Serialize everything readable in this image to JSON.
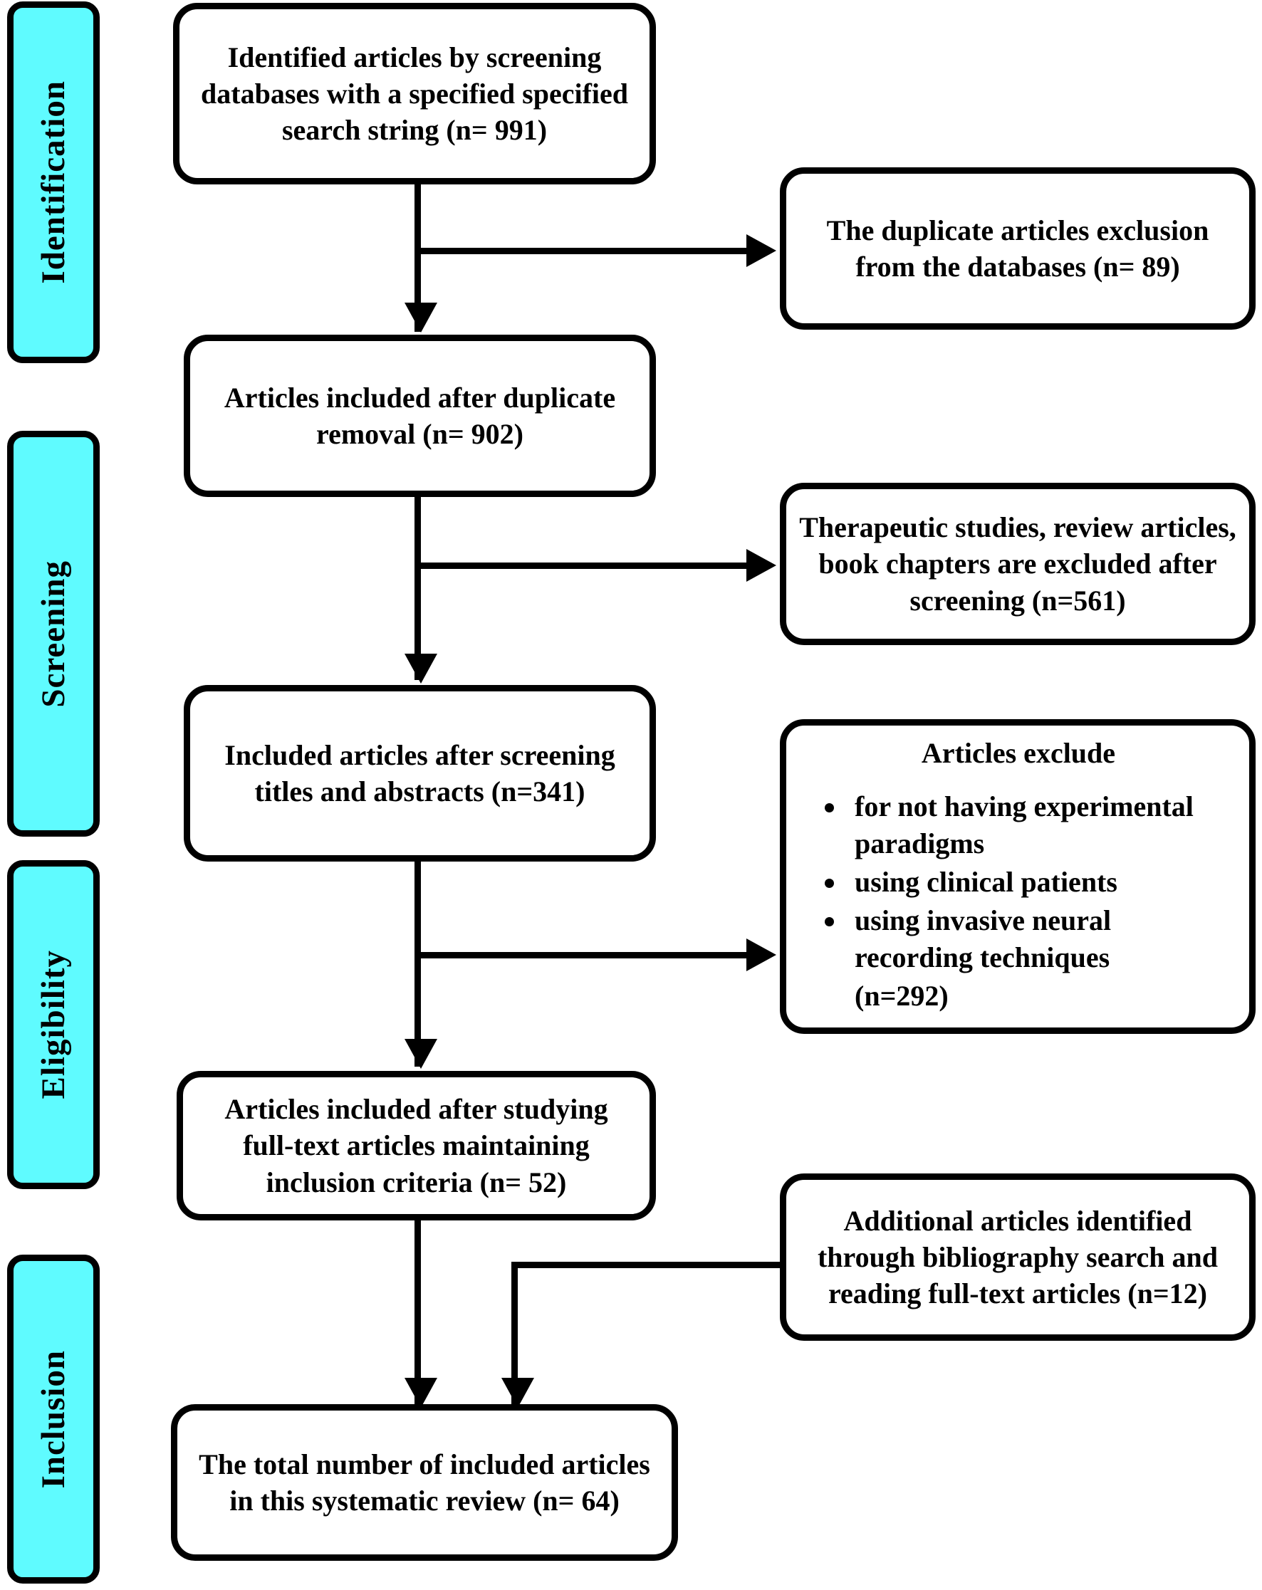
{
  "diagram": {
    "type": "prisma-flow-diagram",
    "accent_color": "#5FFBFF",
    "line_color": "#000000",
    "background_color": "#FFFFFF"
  },
  "stages": [
    {
      "id": "identification",
      "label": "Identification"
    },
    {
      "id": "screening",
      "label": "Screening"
    },
    {
      "id": "eligibility",
      "label": "Eligibility"
    },
    {
      "id": "inclusion",
      "label": "Inclusion"
    }
  ],
  "main_flow": [
    {
      "id": "identified",
      "text": "Identified articles by screening databases with a specified specified search string (n= 991)",
      "count": 991
    },
    {
      "id": "after-duplicate-removal",
      "text": "Articles included after duplicate removal (n= 902)",
      "count": 902
    },
    {
      "id": "after-title-abstract-screening",
      "text": "Included articles after screening titles and abstracts (n=341)",
      "count": 341
    },
    {
      "id": "after-full-text",
      "text": "Articles included after studying full-text articles maintaining inclusion criteria (n= 52)",
      "count": 52
    },
    {
      "id": "total-included",
      "text": "The total number of  included articles in this systematic review (n= 64)",
      "count": 64
    }
  ],
  "side_boxes": [
    {
      "id": "duplicates-excluded",
      "text": "The duplicate articles exclusion from the databases (n= 89)",
      "count": 89
    },
    {
      "id": "screening-excluded",
      "text": "Therapeutic studies, review articles, book chapters are excluded after screening (n=561)",
      "count": 561
    },
    {
      "id": "additional-articles",
      "text": "Additional articles identified through bibliography search and reading full-text articles (n=12)",
      "count": 12
    }
  ],
  "exclusion_box": {
    "id": "articles-exclude",
    "title": "Articles exclude",
    "bullets": [
      "for not having experimental paradigms",
      "using clinical patients",
      "using invasive neural recording techniques"
    ],
    "tail": "(n=292)",
    "count": 292
  }
}
